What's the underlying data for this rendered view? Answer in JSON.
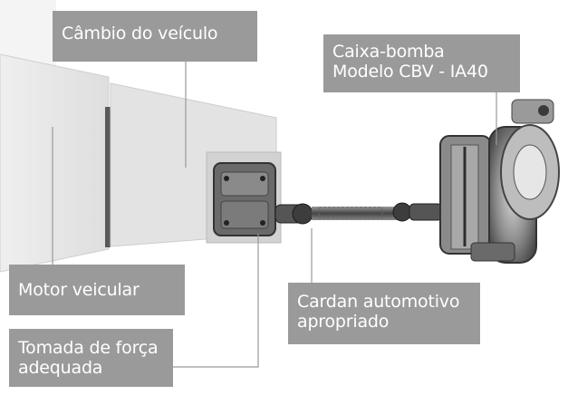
{
  "labels": {
    "cambio": "Câmbio do veículo",
    "caixa_line1": "Caixa-bomba",
    "caixa_line2": "Modelo CBV - IA40",
    "motor": "Motor veicular",
    "cardan_line1": "Cardan automotivo",
    "cardan_line2": "apropriado",
    "tomada_line1": "Tomada de força",
    "tomada_line2": "adequada"
  },
  "colors": {
    "label_bg": "#9a9a9a",
    "label_text": "#ffffff",
    "engine_body": "#e8e8e8",
    "metal_dark": "#3a3a3a",
    "metal_mid": "#7a7a7a"
  }
}
